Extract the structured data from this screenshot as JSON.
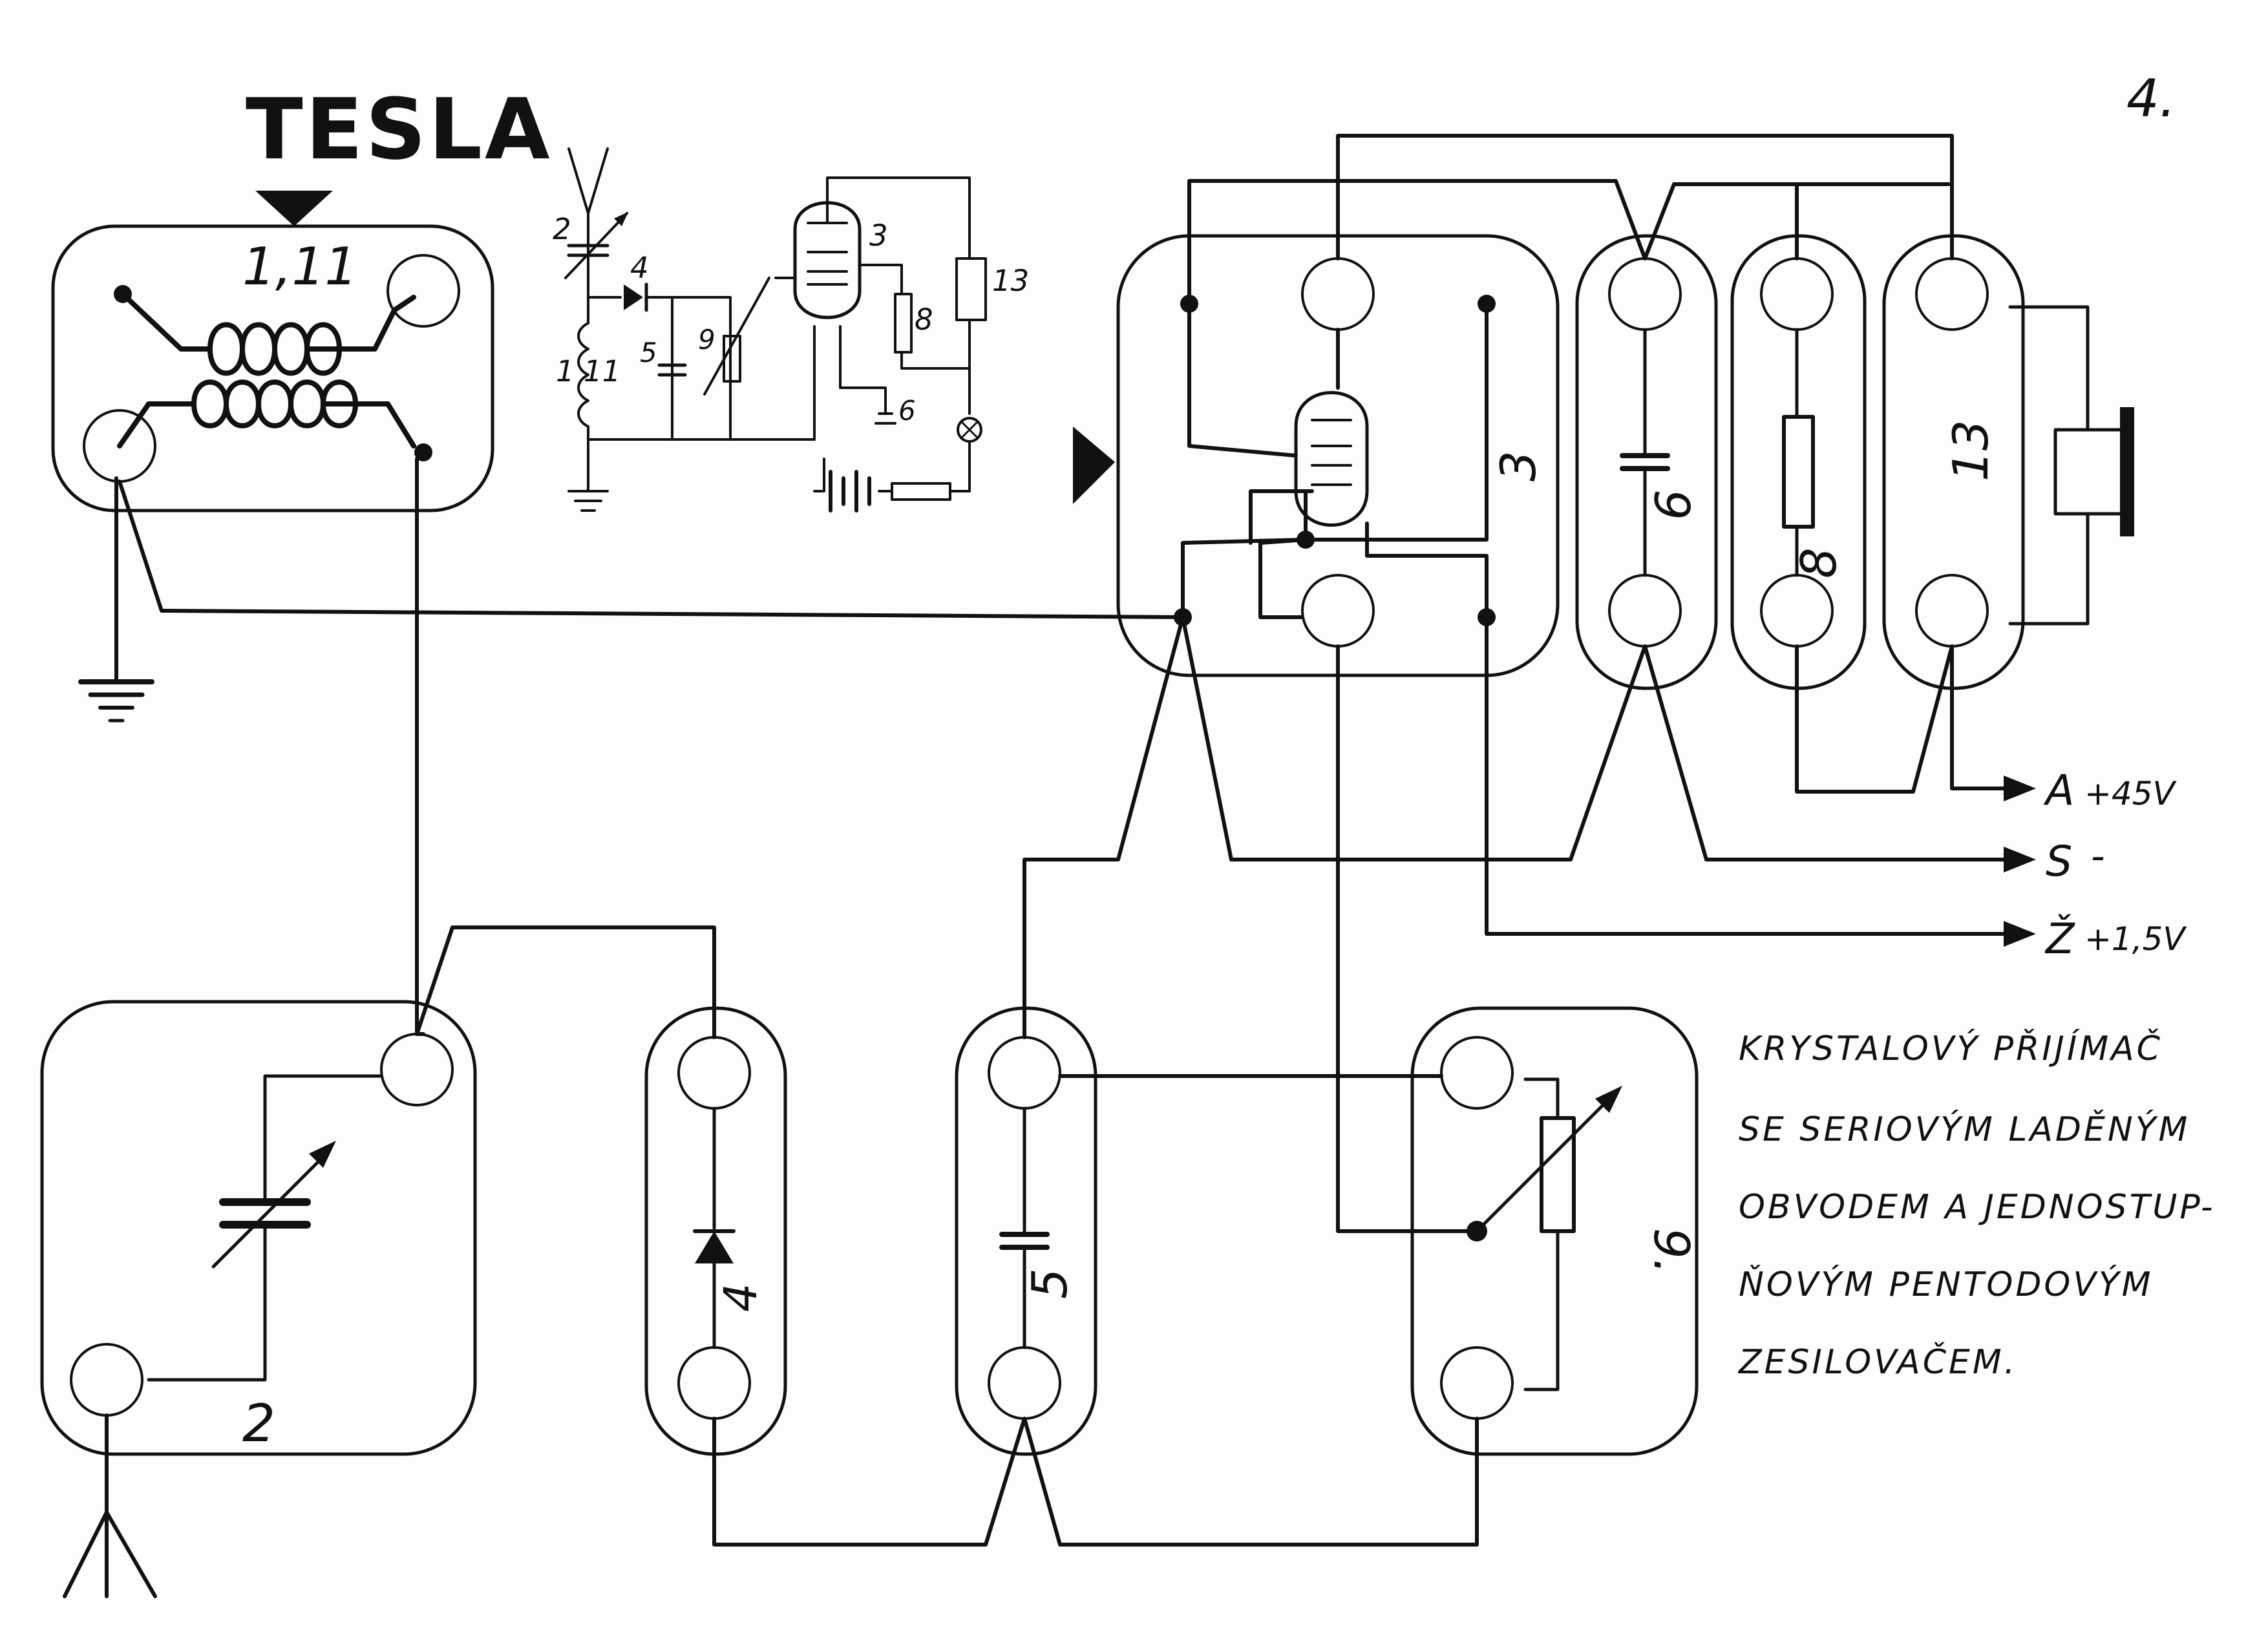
{
  "brand": "TESLA",
  "page_number": "4.",
  "schematic_labels": {
    "coil": "1 11",
    "capacitor_var": "2",
    "diode": "4",
    "cap5": "5",
    "pot": "9",
    "tube": "3",
    "cap6": "6",
    "resistor": "8",
    "earphone": "13"
  },
  "boards": {
    "coil": "1,11",
    "variable_capacitor": "2",
    "diode": "4",
    "capacitor5": "5",
    "potentiometer": "9.",
    "tube": "3",
    "capacitor6": "6",
    "resistor": "8",
    "earphone": "13"
  },
  "terminals": {
    "a_letter": "A",
    "a_value": "+45V",
    "s_letter": "S",
    "s_value": "-",
    "z_letter": "Ž",
    "z_value": "+1,5V"
  },
  "description": [
    "KRYSTALOVÝ PŘIJÍMAČ",
    "SE SERIOVÝM LADĚNÝM",
    "OBVODEM A JEDNOSTUP-",
    "ŇOVÝM PENTODOVÝM",
    "ZESILOVAČEM."
  ]
}
